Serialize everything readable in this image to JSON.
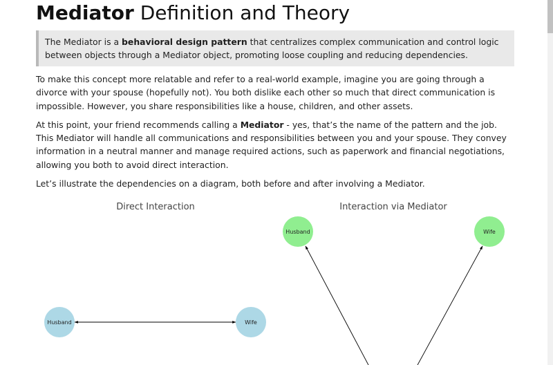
{
  "article": {
    "title_strong": "Mediator",
    "title_rest": " Definition and Theory",
    "callout": {
      "text_before": "The Mediator is a ",
      "text_strong": "behavioral design pattern",
      "text_after": " that centralizes complex communication and control logic between objects through a Mediator object, promoting loose coupling and reducing dependencies."
    },
    "paragraph_1": "To make this concept more relatable and refer to a real-world example, imagine you are going through a divorce with your spouse (hopefully not). You both dislike each other so much that direct communication is impossible. However, you share responsibilities like a house, children, and other assets.",
    "paragraph_2": {
      "text_before": "At this point, your friend recommends calling a ",
      "text_strong": "Mediator",
      "text_after": " - yes, that’s the name of the pattern and the job. This Mediator will handle all communications and responsibilities between you and your spouse. They convey information in a neutral manner and manage required actions, such as paperwork and financial negotiations, allowing you both to avoid direct interaction."
    },
    "paragraph_3": "Let’s illustrate the dependencies on a diagram, both before and after involving a Mediator."
  },
  "diagram": {
    "direct": {
      "title": "Direct Interaction",
      "node_left": "Husband",
      "node_right": "Wife",
      "node_color": "#add8e6"
    },
    "mediated": {
      "title": "Interaction via Mediator",
      "node_left": "Husband",
      "node_right": "Wife",
      "node_color": "#90ee90"
    }
  }
}
